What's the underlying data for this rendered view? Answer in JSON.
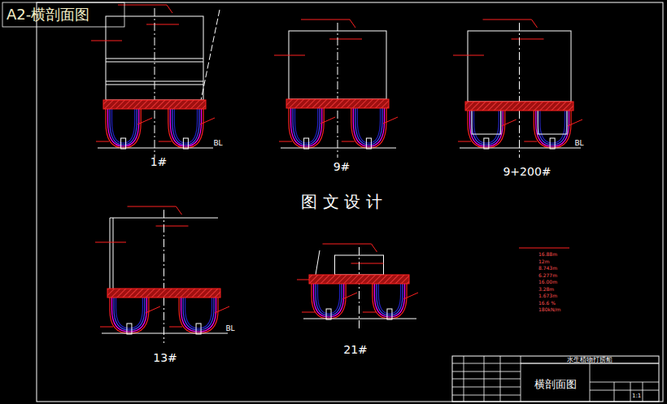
{
  "diagram": {
    "title": "A2-横剖面图",
    "nodes": [
      {
        "text": [
          "水生植物打捞船"
        ]
      },
      {
        "text": [
          "横剖面图"
        ]
      },
      {
        "text": [
          "1:1"
        ]
      }
    ],
    "labels": [
      "1#",
      "9#",
      "9+200#",
      "13#",
      "21#",
      "BL",
      "BL",
      "BL",
      "图 文 设 计",
      "16.88m",
      "12m",
      "8.743m",
      "6.277m",
      "16.00m",
      "3.28m",
      "1.673m",
      "16.6 %",
      "180kN/m"
    ]
  }
}
